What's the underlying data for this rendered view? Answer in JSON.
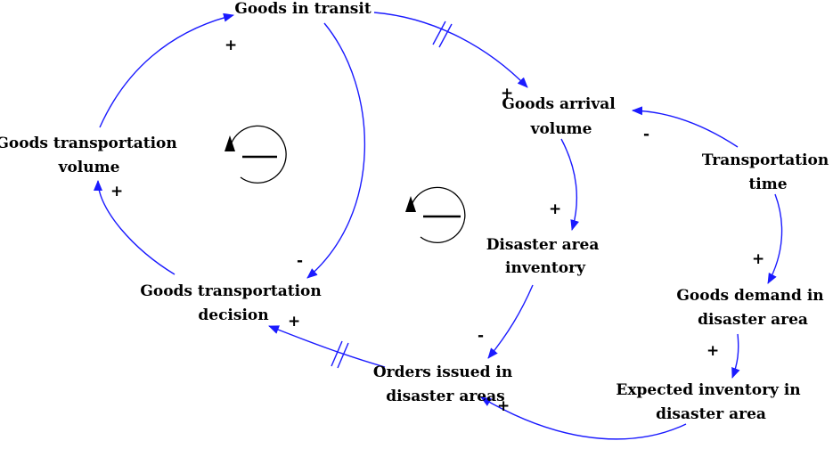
{
  "nodes": {
    "goods_in_transit": "Goods in transit",
    "goods_arrival_volume": [
      "Goods arrival",
      "volume"
    ],
    "transportation_time": [
      "Transportation",
      "time"
    ],
    "goods_transportation_volume": [
      "Goods transportation",
      "volume"
    ],
    "disaster_area_inventory": [
      "Disaster area",
      "inventory"
    ],
    "goods_demand": [
      "Goods demand in",
      "disaster area"
    ],
    "goods_transportation_decision": [
      "Goods transportation",
      "decision"
    ],
    "orders_issued": [
      "Orders issued in",
      "disaster areas"
    ],
    "expected_inventory": [
      "Expected inventory in",
      "disaster area"
    ]
  },
  "polarities": {
    "volume_to_transit": "+",
    "transit_to_arrival": "+",
    "time_to_arrival": "-",
    "decision_to_volume": "+",
    "arrival_to_inventory": "+",
    "transit_to_decision": "-",
    "time_to_demand": "+",
    "orders_to_decision": "+",
    "inventory_to_orders": "-",
    "demand_to_expected": "+",
    "expected_to_orders": "+"
  },
  "loops": [
    {
      "symbol": "-"
    },
    {
      "symbol": "-"
    }
  ],
  "colors": {
    "link": "#1a1aff",
    "text": "#000000"
  }
}
